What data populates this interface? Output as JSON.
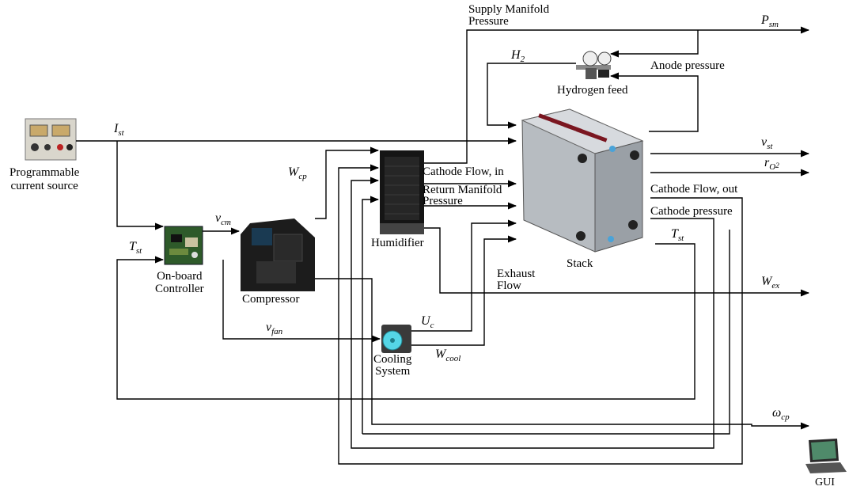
{
  "blocks": {
    "current_source": "Programmable\ncurrent source",
    "controller": "On-board\nController",
    "compressor": "Compressor",
    "humidifier": "Humidifier",
    "cooling": "Cooling\nSystem",
    "stack": "Stack",
    "hydrogen": "Hydrogen feed",
    "gui": "GUI"
  },
  "signals": {
    "ist": {
      "sym": "I",
      "sub": "st"
    },
    "tst_left": {
      "sym": "T",
      "sub": "st"
    },
    "vcm": {
      "sym": "v",
      "sub": "cm"
    },
    "wcp": {
      "sym": "W",
      "sub": "cp"
    },
    "vfan": {
      "sym": "v",
      "sub": "fan"
    },
    "uc": {
      "sym": "U",
      "sub": "c"
    },
    "wcool": {
      "sym": "W",
      "sub": "cool"
    },
    "h2": {
      "sym": "H",
      "sub": "2"
    },
    "psm": {
      "sym": "P",
      "sub": "sm"
    },
    "vst": {
      "sym": "v",
      "sub": "st"
    },
    "ro2": {
      "sym": "r",
      "sub": "O",
      "sub2": "2"
    },
    "tst_right": {
      "sym": "T",
      "sub": "st"
    },
    "wex": {
      "sym": "W",
      "sub": "ex"
    },
    "wcp_out": {
      "sym": "ω",
      "sub": "cp"
    }
  },
  "flows": {
    "supply_manifold": "Supply Manifold\nPressure",
    "anode_pressure": "Anode pressure",
    "cathode_in": "Cathode Flow, in",
    "return_manifold": "Return Manifold\nPressure",
    "cathode_out": "Cathode Flow, out",
    "cathode_pressure": "Cathode pressure",
    "exhaust": "Exhaust\nFlow"
  }
}
